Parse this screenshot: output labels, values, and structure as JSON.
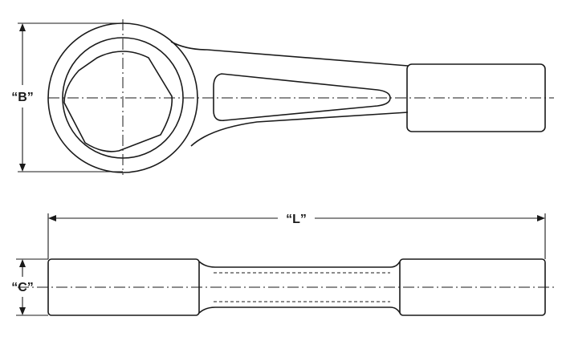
{
  "labels": {
    "dim_b": "“B”",
    "dim_l": "“L”",
    "dim_c": "“C”"
  }
}
